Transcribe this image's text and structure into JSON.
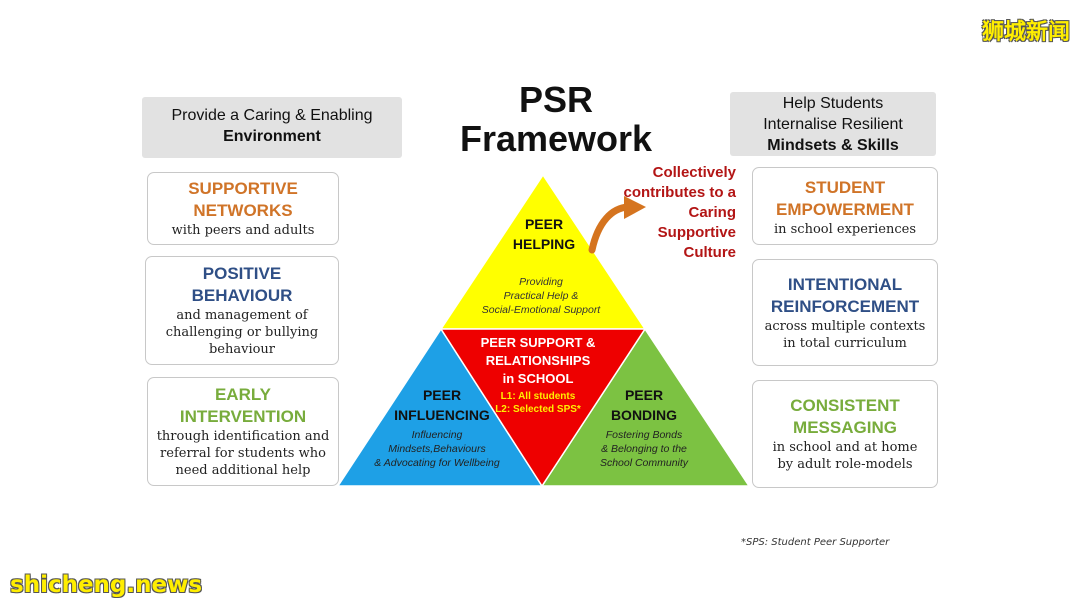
{
  "watermark_top": "狮城新闻",
  "watermark_bottom": "shicheng.news",
  "title_line1": "PSR",
  "title_line2": "Framework",
  "left_header": {
    "line1": "Provide a Caring & Enabling",
    "line2": "Environment"
  },
  "right_header": {
    "line1": "Help Students",
    "line2": "Internalise Resilient",
    "line3": "Mindsets & Skills"
  },
  "left_cards": [
    {
      "title": [
        "SUPPORTIVE",
        "NETWORKS"
      ],
      "desc": [
        "with peers and adults"
      ],
      "color": "#d07428"
    },
    {
      "title": [
        "POSITIVE",
        "BEHAVIOUR"
      ],
      "desc": [
        "and management of",
        "challenging or bullying",
        "behaviour"
      ],
      "color": "#2f4f86"
    },
    {
      "title": [
        "EARLY",
        "INTERVENTION"
      ],
      "desc": [
        "through identification and",
        "referral for students who",
        "need additional help"
      ],
      "color": "#78ac3c"
    }
  ],
  "right_cards": [
    {
      "title": [
        "STUDENT",
        "EMPOWERMENT"
      ],
      "desc": [
        "in school experiences"
      ],
      "color": "#d07428"
    },
    {
      "title": [
        "INTENTIONAL",
        "REINFORCEMENT"
      ],
      "desc": [
        "across multiple contexts",
        "in total curriculum"
      ],
      "color": "#2f4f86"
    },
    {
      "title": [
        "CONSISTENT",
        "MESSAGING"
      ],
      "desc": [
        "in school and at home",
        "by adult role-models"
      ],
      "color": "#78ac3c"
    }
  ],
  "collective": [
    "Collectively",
    "contributes to a",
    "Caring",
    "Supportive",
    "Culture"
  ],
  "pyramid": {
    "top": {
      "title": [
        "PEER",
        "HELPING"
      ],
      "sub": [
        "Providing",
        "Practical Help &",
        "Social-Emotional Support"
      ],
      "color": "#ffff00"
    },
    "center": {
      "title": [
        "PEER SUPPORT &",
        "RELATIONSHIPS",
        "in SCHOOL"
      ],
      "levels": [
        "L1: All students",
        "L2: Selected SPS*"
      ],
      "color": "#ee0000"
    },
    "left": {
      "title": [
        "PEER",
        "INFLUENCING"
      ],
      "sub": [
        "Influencing",
        "Mindsets,Behaviours",
        "& Advocating for Wellbeing"
      ],
      "color": "#1ea0e6"
    },
    "right": {
      "title": [
        "PEER",
        "BONDING"
      ],
      "sub": [
        "Fostering Bonds",
        "& Belonging to the",
        "School Community"
      ],
      "color": "#7cc242"
    }
  },
  "colors": {
    "arrow": "#d5741f",
    "levels_text": "#ffee00",
    "header_bg": "#e2e2e2"
  },
  "footnote": "*SPS: Student Peer Supporter"
}
